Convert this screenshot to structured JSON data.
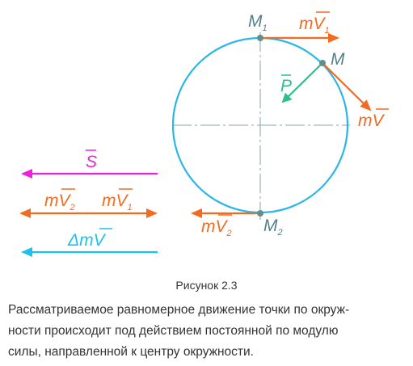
{
  "figure": {
    "point_m1": "M",
    "point_m1_sub": "1",
    "point_m": "M",
    "point_m2": "M",
    "point_m2_sub": "2",
    "mv_m1": "mV",
    "mv_m1_sub": "1",
    "mv_m": "mV",
    "mv_m2": "mV",
    "mv_m2_sub": "2",
    "force_p": "P",
    "s_label": "S",
    "sum_left": "mV",
    "sum_left_sub": "2",
    "sum_right": "mV",
    "sum_right_sub": "1",
    "delta_label": "ΔmV"
  },
  "caption": "Рисунок 2.3",
  "paragraph": [
    "Рассматриваемое равномерное движение точки по окруж-",
    "ности происходит под действием постоянной по модулю",
    "силы, направленной к центру окружности."
  ],
  "colors": {
    "circle": "#29b6e8",
    "orange": "#f26b21",
    "magenta": "#ee22dd",
    "cyan": "#1ec0ee",
    "green": "#2cc08a",
    "axis": "#8aa0a8",
    "point": "#5f8f8f",
    "label": "#55808a"
  }
}
